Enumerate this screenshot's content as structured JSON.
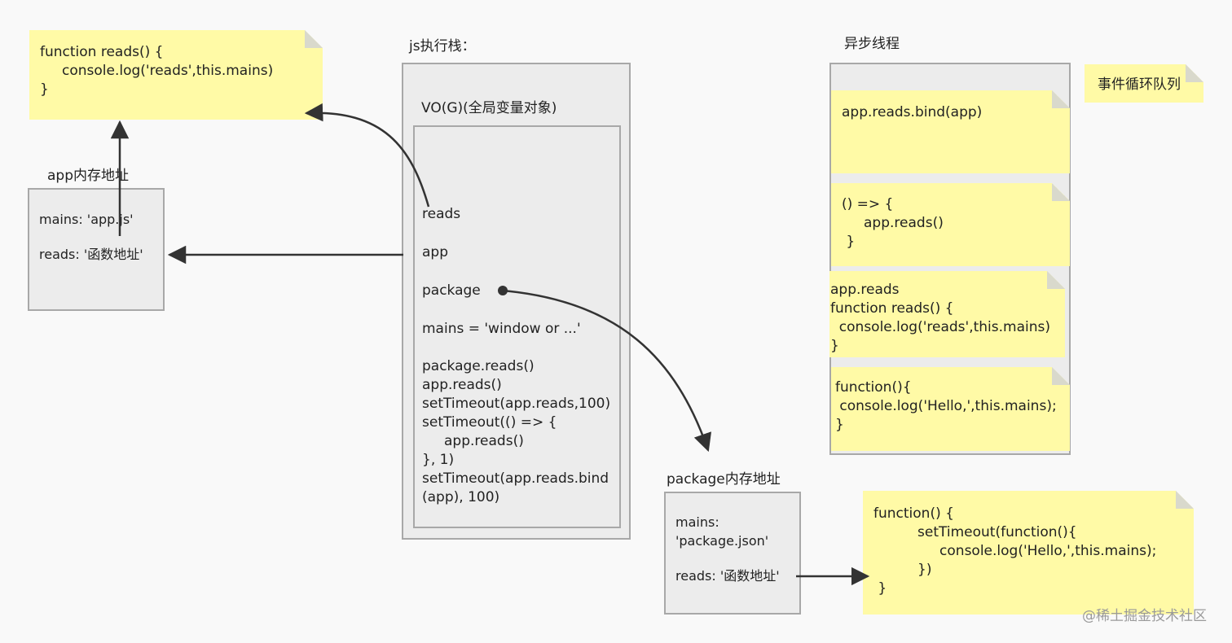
{
  "sections": {
    "js_stack_title": "js执行栈：",
    "async_title": "异步线程",
    "event_queue_label": "事件循环队列",
    "app_memory_title": "app内存地址",
    "package_memory_title": "package内存地址"
  },
  "notes": {
    "reads_function": "function reads() {\n     console.log('reads',this.mains)\n}",
    "package_function": "function() {\n          setTimeout(function(){\n               console.log('Hello,',this.mains);\n          })\n }"
  },
  "app_memory": {
    "mains": "mains: 'app.js'",
    "reads": "reads: '函数地址'"
  },
  "package_memory": {
    "mains": "mains:\n'package.json'",
    "reads": "reads: '函数地址'"
  },
  "stack": {
    "vo_label": "VO(G)(全局变量对象)",
    "items": {
      "reads": "reads",
      "app": "app",
      "package": "package",
      "mains": "mains = 'window or ...'",
      "code": "package.reads()\napp.reads()\nsetTimeout(app.reads,100)\nsetTimeout(() => {\n     app.reads()\n}, 1)\nsetTimeout(app.reads.bind\n(app), 100)"
    }
  },
  "queue": {
    "items": [
      "app.reads.bind(app)",
      "() => {\n     app.reads()\n }",
      "app.reads\nfunction reads() {\n  console.log('reads',this.mains)\n}",
      "function(){\n console.log('Hello,',this.mains);\n}"
    ]
  },
  "watermark": "@稀土掘金技术社区",
  "colors": {
    "note_fill": "#fffaa6",
    "box_fill": "#ececec",
    "box_border": "#a8a8a8",
    "arrow": "#333333"
  }
}
